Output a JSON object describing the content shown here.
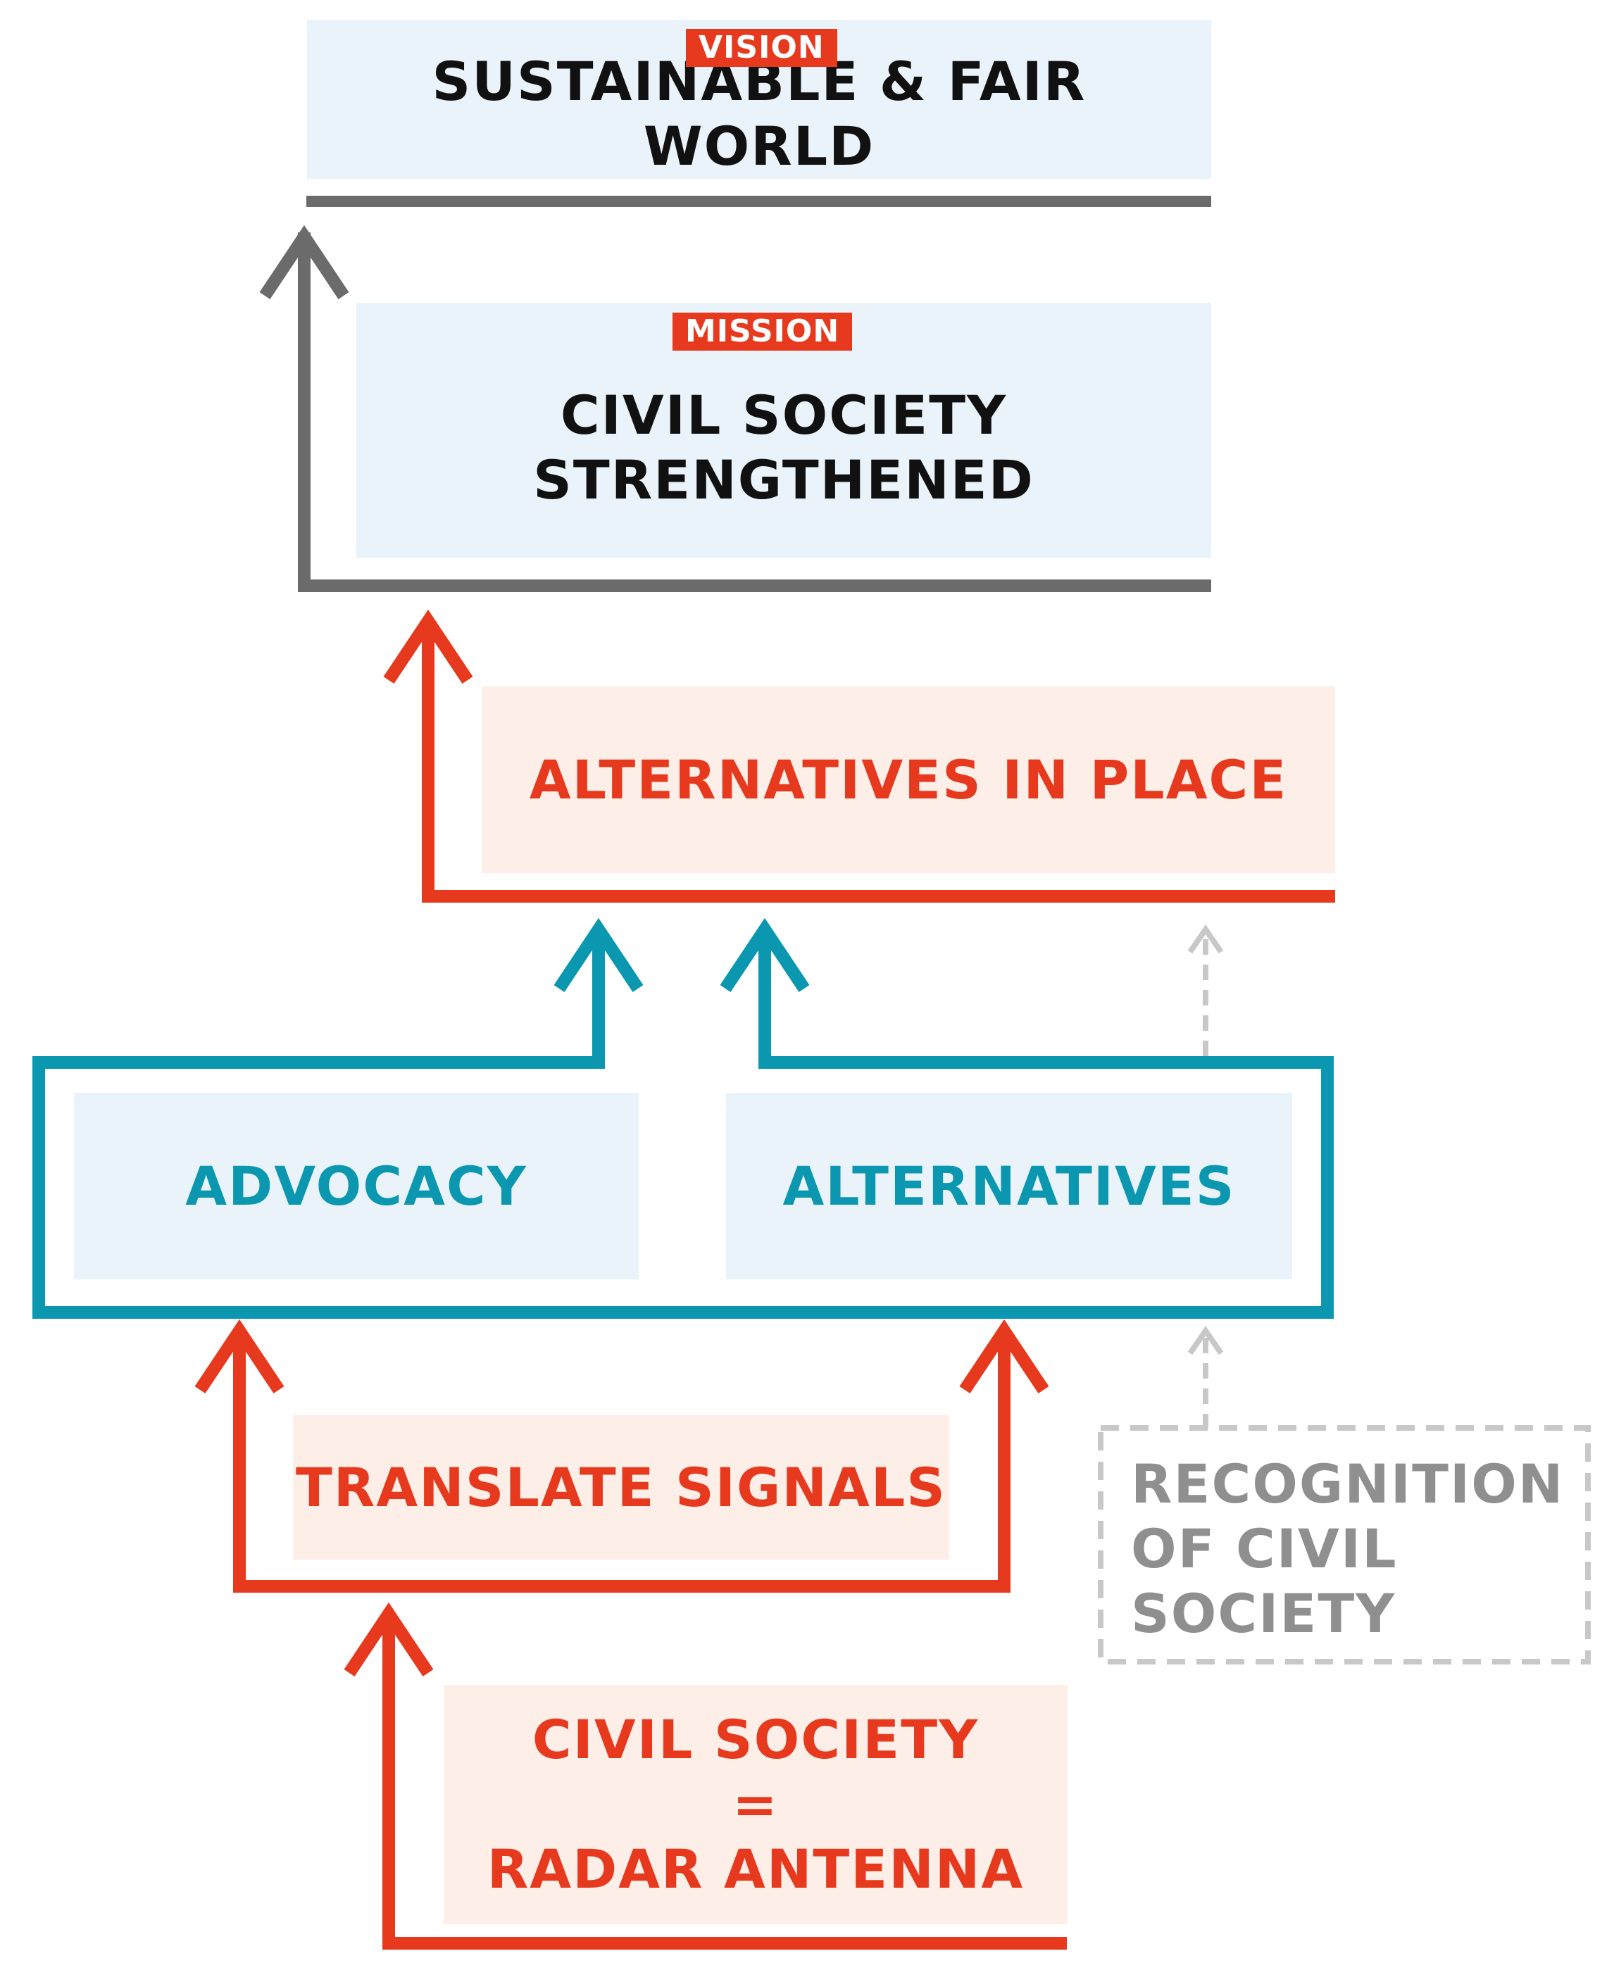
{
  "vision": {
    "badge": "VISION",
    "title": "SUSTAINABLE & FAIR WORLD"
  },
  "mission": {
    "badge": "MISSION",
    "line1": "CIVIL SOCIETY",
    "line2": "STRENGTHENED"
  },
  "outcome": {
    "title": "ALTERNATIVES IN PLACE"
  },
  "strategies": {
    "left": "ADVOCACY",
    "right": "ALTERNATIVES"
  },
  "translate": {
    "title": "TRANSLATE SIGNALS"
  },
  "recognition": {
    "line1": "RECOGNITION",
    "line2": "OF CIVIL",
    "line3": "SOCIETY"
  },
  "foundation": {
    "line1": "CIVIL SOCIETY",
    "line2": "=",
    "line3": "RADAR ANTENNA"
  },
  "colors": {
    "red": "#e6391d",
    "blue": "#0b97b0",
    "grey": "#6b6b6b",
    "light_grey": "#c8c8c8",
    "box_blue": "#e9f3f9",
    "box_pink": "#fdeee8"
  }
}
